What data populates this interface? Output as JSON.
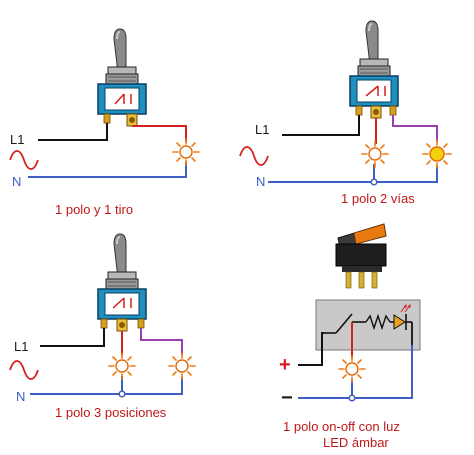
{
  "panels": {
    "p1": {
      "caption": "1 polo y 1 tiro",
      "line_label": "L1",
      "neutral_label": "N"
    },
    "p2": {
      "caption": "1 polo 2 vías",
      "line_label": "L1",
      "neutral_label": "N"
    },
    "p3": {
      "caption": "1 polo 3 posiciones",
      "line_label": "L1",
      "neutral_label": "N"
    },
    "p4": {
      "caption_line1": "1 polo on-off con luz",
      "caption_line2": "LED ámbar",
      "plus_label": "+",
      "minus_label": "−"
    }
  },
  "colors": {
    "line": "#111111",
    "neutral": "#3f5fc8",
    "load": "#d42020",
    "traveler": "#9a3fb0",
    "caption": "#c01818",
    "label": "#1a1a1a",
    "switch_body": "#1f8fc0",
    "lamp_glow": "#f07a10",
    "lamp_on": "#f4d20a"
  }
}
